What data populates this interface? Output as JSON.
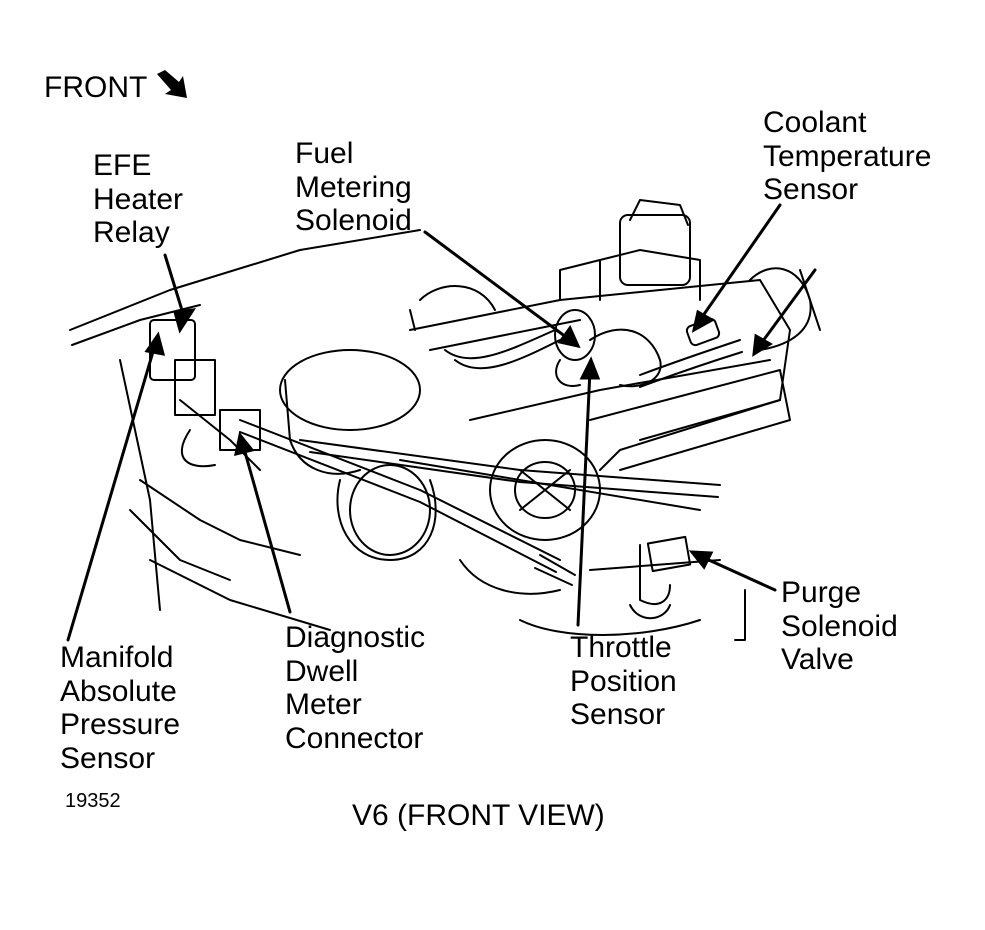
{
  "front_label": "FRONT",
  "figure_number": "19352",
  "caption": "V6 (FRONT VIEW)",
  "labels": {
    "efe": "EFE\nHeater\nRelay",
    "fuel": "Fuel\nMetering\nSolenoid",
    "coolant": "Coolant\nTemperature\nSensor",
    "map": "Manifold\nAbsolute\nPressure\nSensor",
    "dwell": "Diagnostic\nDwell\nMeter\nConnector",
    "throttle": "Throttle\nPosition\nSensor",
    "purge": "Purge\nSolenoid\nValve"
  }
}
